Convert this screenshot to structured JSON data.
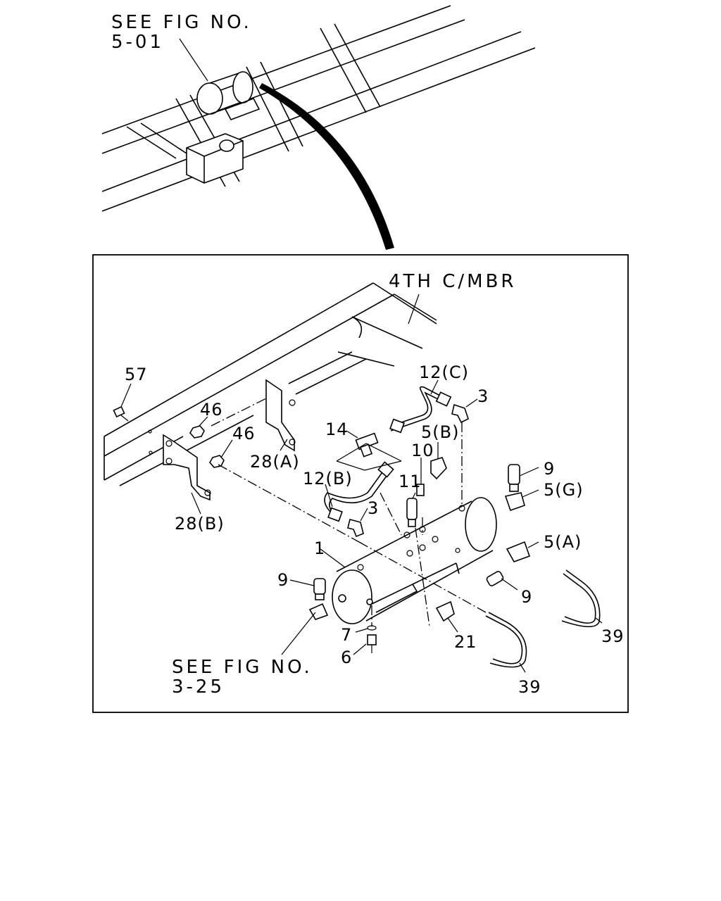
{
  "references": {
    "top": {
      "line1": "SEE FIG NO.",
      "line2": "5-01"
    },
    "bottom": {
      "line1": "SEE FIG NO.",
      "line2": "3-25"
    }
  },
  "member_label": "4TH C/MBR",
  "callouts": [
    {
      "id": "c57",
      "text": "57"
    },
    {
      "id": "c46a",
      "text": "46"
    },
    {
      "id": "c46b",
      "text": "46"
    },
    {
      "id": "c28a",
      "text": "28(A)"
    },
    {
      "id": "c28b",
      "text": "28(B)"
    },
    {
      "id": "c12c",
      "text": "12(C)"
    },
    {
      "id": "c3a",
      "text": "3"
    },
    {
      "id": "c14",
      "text": "14"
    },
    {
      "id": "c5b",
      "text": "5(B)"
    },
    {
      "id": "c10",
      "text": "10"
    },
    {
      "id": "c11",
      "text": "11"
    },
    {
      "id": "c12b",
      "text": "12(B)"
    },
    {
      "id": "c3b",
      "text": "3"
    },
    {
      "id": "c9a",
      "text": "9"
    },
    {
      "id": "c5g",
      "text": "5(G)"
    },
    {
      "id": "c5a",
      "text": "5(A)"
    },
    {
      "id": "c1",
      "text": "1"
    },
    {
      "id": "c9b",
      "text": "9"
    },
    {
      "id": "c9c",
      "text": "9"
    },
    {
      "id": "c7",
      "text": "7"
    },
    {
      "id": "c6",
      "text": "6"
    },
    {
      "id": "c21",
      "text": "21"
    },
    {
      "id": "c39a",
      "text": "39"
    },
    {
      "id": "c39b",
      "text": "39"
    }
  ]
}
